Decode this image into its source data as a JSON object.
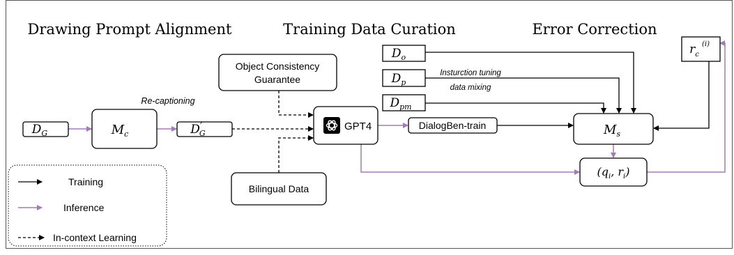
{
  "sections": {
    "drawing": "Drawing Prompt Alignment",
    "curation": "Training Data Curation",
    "correction": "Error Correction"
  },
  "nodes": {
    "dg": "D",
    "dg_sub": "G",
    "mc": "M",
    "mc_sub": "c",
    "dgp": "D",
    "dgp_sup": "′",
    "dgp_sub": "G",
    "occ_line1": "Object Consistency",
    "occ_line2": "Guarantee",
    "gpt4": "GPT4",
    "bilingual": "Bilingual Data",
    "dialog": "DialogBen-train",
    "do": "D",
    "do_sub": "o",
    "dp": "D",
    "dp_sub": "p",
    "dpm": "D",
    "dpm_sub": "pm",
    "ms": "M",
    "ms_sub": "s",
    "qr": "(q",
    "qr_i": "i",
    "qr_mid": ", r",
    "qr_i2": "i",
    "qr_end": ")",
    "rc": "r",
    "rc_sub": "c",
    "rc_sup": "(i)"
  },
  "annotations": {
    "recaptioning": "Re-captioning",
    "tuning_line1": "Insturction tuning",
    "tuning_line2": "data mixing"
  },
  "legend": {
    "training": "Training",
    "inference": "Inference",
    "icl": "In-context Learning"
  },
  "colors": {
    "training": "#000000",
    "inference": "#a07cb8",
    "border": "#555555"
  },
  "icons": {
    "gpt4": "openai-logo-icon"
  }
}
